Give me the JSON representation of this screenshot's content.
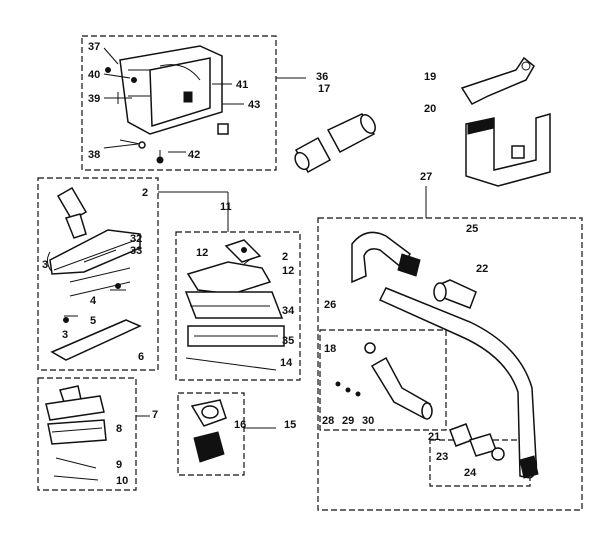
{
  "colors": {
    "ink": "#111111",
    "paper": "#ffffff"
  },
  "labels": {
    "l37": "37",
    "l40": "40",
    "l39": "39",
    "l38": "38",
    "l42": "42",
    "l41": "41",
    "l43": "43",
    "l36": "36",
    "l17": "17",
    "l19": "19",
    "l20": "20",
    "l27": "27",
    "l2a": "2",
    "l11": "11",
    "l12a": "12",
    "l2b": "2",
    "l12b": "12",
    "l32": "32",
    "l33": "33",
    "l3a": "3",
    "l4": "4",
    "l5": "5",
    "l3b": "3",
    "l6": "6",
    "l34": "34",
    "l35": "35",
    "l14": "14",
    "l7": "7",
    "l8": "8",
    "l9": "9",
    "l10": "10",
    "l15": "15",
    "l16": "16",
    "l25": "25",
    "l22": "22",
    "l26": "26",
    "l18": "18",
    "l28": "28",
    "l29": "29",
    "l30": "30",
    "l21": "21",
    "l23": "23",
    "l24": "24"
  }
}
